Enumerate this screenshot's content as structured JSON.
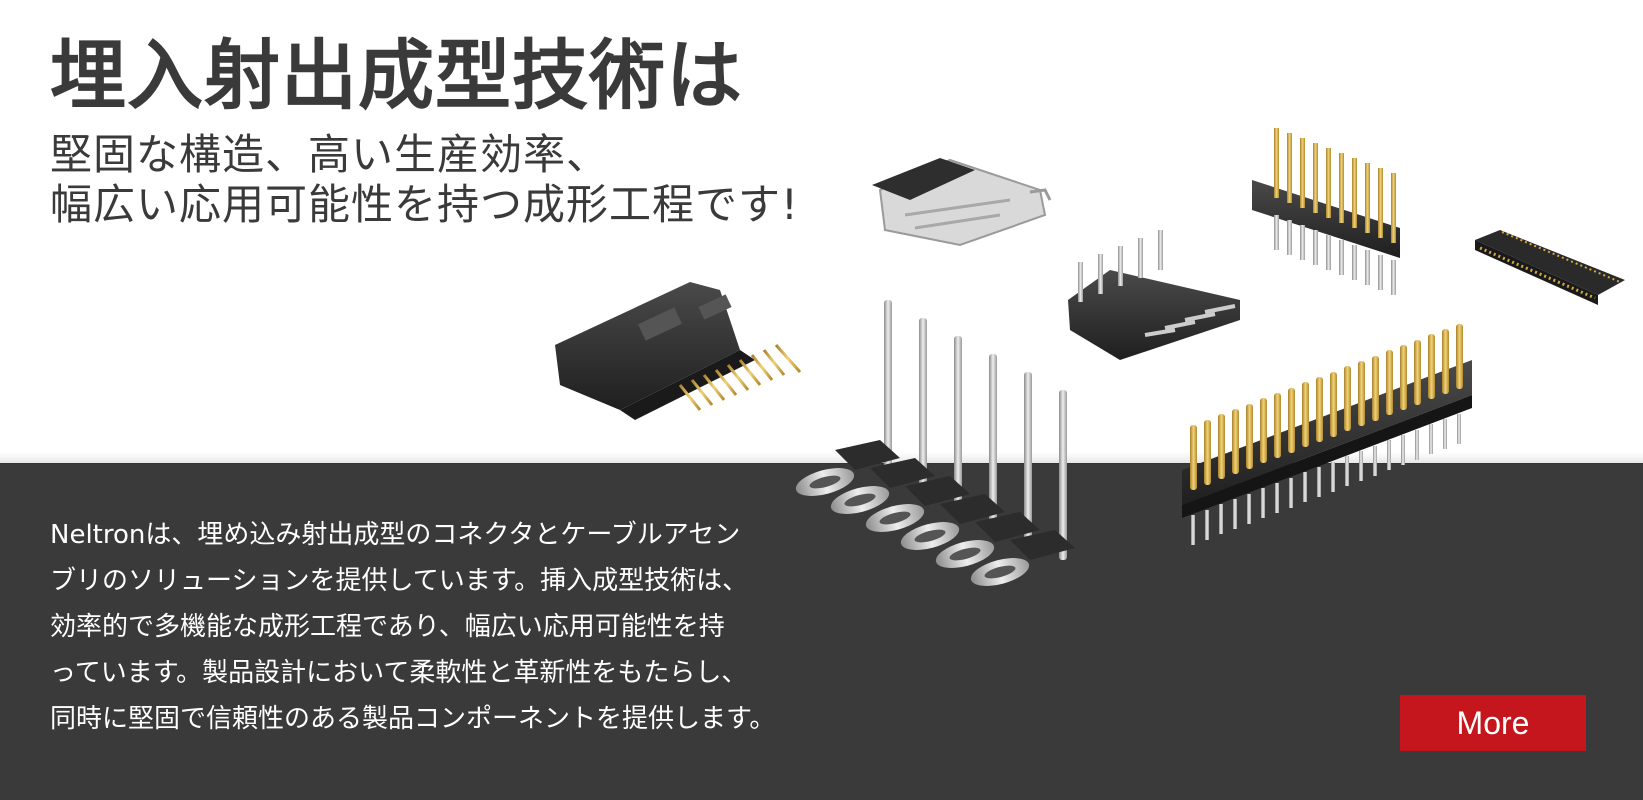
{
  "banner": {
    "headline": "埋入射出成型技術は",
    "subline_1": "堅固な構造、高い生産効率、",
    "subline_2": "幅広い応用可能性を持つ成形工程です!",
    "description_lines": [
      "Neltronは、埋め込み射出成型のコネクタとケーブルアセン",
      "ブリのソリューションを提供しています。挿入成型技術は、",
      "効率的で多機能な成形工程であり、幅広い応用可能性を持",
      "っています。製品設計において柔軟性と革新性をもたらし、",
      "同時に堅固で信頼性のある製品コンポーネントを提供します。"
    ],
    "more_label": "More"
  },
  "colors": {
    "text_dark": "#3a3a3a",
    "band": "#3a3a3a",
    "button": "#c4161c",
    "connector_body": "#2b2b2b",
    "gold_pin": "#d4a93a",
    "silver_pin": "#c8c8c8"
  }
}
